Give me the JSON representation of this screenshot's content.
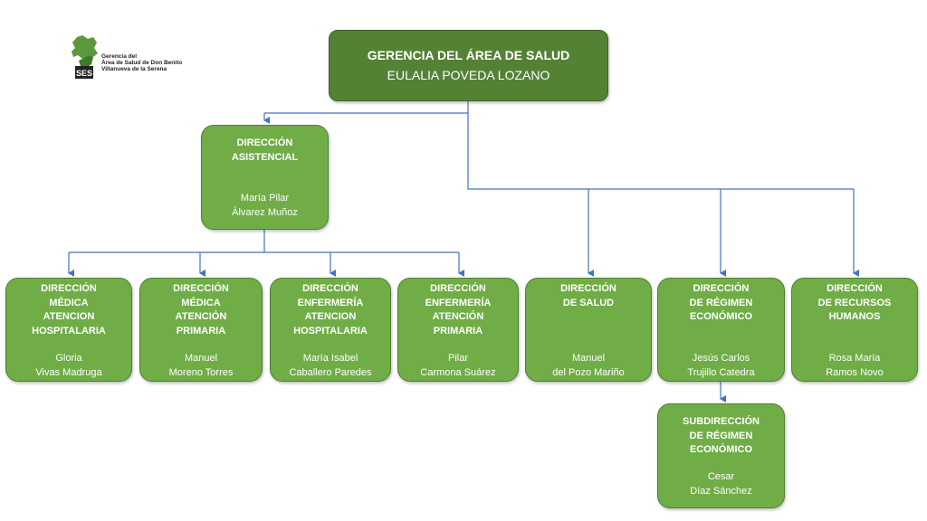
{
  "logo": {
    "abbr": "SES",
    "text": "Gerencia del\nÁrea de Salud de Don Benito\nVillanueva de la Serena"
  },
  "colors": {
    "box_fill": "#70ad47",
    "box_border": "#507e32",
    "root_fill": "#548235",
    "connector": "#4472c4"
  },
  "root": {
    "title": "GERENCIA DEL ÁREA DE SALUD",
    "person": "EULALIA POVEDA LOZANO"
  },
  "asistencial": {
    "title": "DIRECCIÓN\nASISTENCIAL",
    "person": "María Pilar\nÁlvarez Muñoz"
  },
  "units": [
    {
      "title": "DIRECCIÓN\nMÉDICA\nATENCION\nHOSPITALARIA",
      "person": "Gloria\nVivas Madruga"
    },
    {
      "title": "DIRECCIÓN\nMÉDICA\nATENCIÓN\nPRIMARIA",
      "person": "Manuel\nMoreno  Torres"
    },
    {
      "title": "DIRECCIÓN\nENFERMERÍA\nATENCION\nHOSPITALARIA",
      "person": "María Isabel\nCaballero Paredes"
    },
    {
      "title": "DIRECCIÓN\nENFERMERÍA\nATENCIÓN\nPRIMARIA",
      "person": "Pilar\nCarmona Suárez"
    },
    {
      "title": "DIRECCIÓN\nDE SALUD",
      "person": "Manuel\ndel Pozo Mariño"
    },
    {
      "title": "DIRECCIÓN\nDE RÉGIMEN\nECONÓMICO",
      "person": "Jesús Carlos\nTrujillo Catedra"
    },
    {
      "title": "DIRECCIÓN\nDE RECURSOS\nHUMANOS",
      "person": "Rosa María\nRamos Novo"
    }
  ],
  "subdireccion": {
    "title": "SUBDIRECCIÓN\nDE RÉGIMEN\nECONÓMICO",
    "person": "Cesar\nDíaz Sánchez"
  }
}
